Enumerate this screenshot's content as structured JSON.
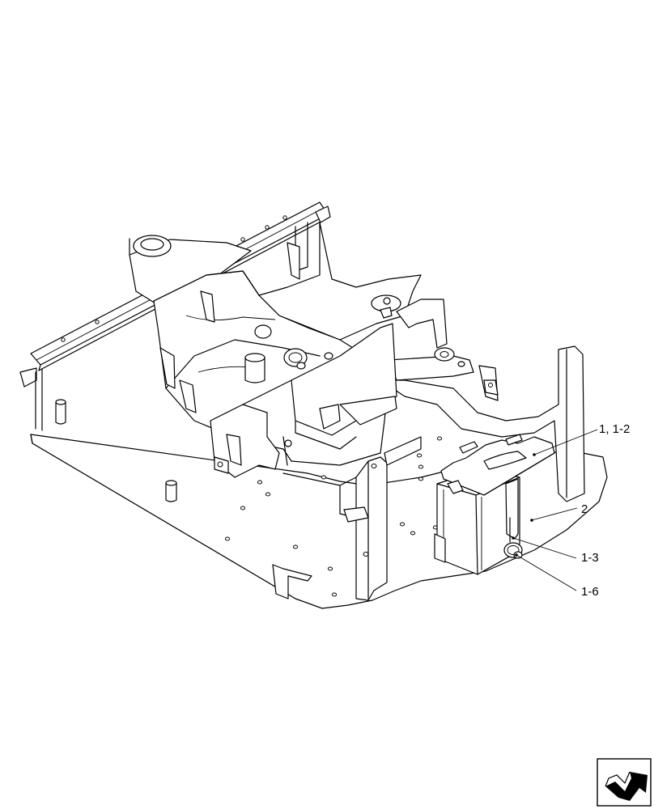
{
  "diagram": {
    "callouts": [
      {
        "id": "c1",
        "label": "1, 1-2"
      },
      {
        "id": "c2",
        "label": "2"
      },
      {
        "id": "c3",
        "label": "1-3"
      },
      {
        "id": "c4",
        "label": "1-6"
      }
    ]
  },
  "nav_icon": {
    "name": "next-page-arrow-icon"
  }
}
